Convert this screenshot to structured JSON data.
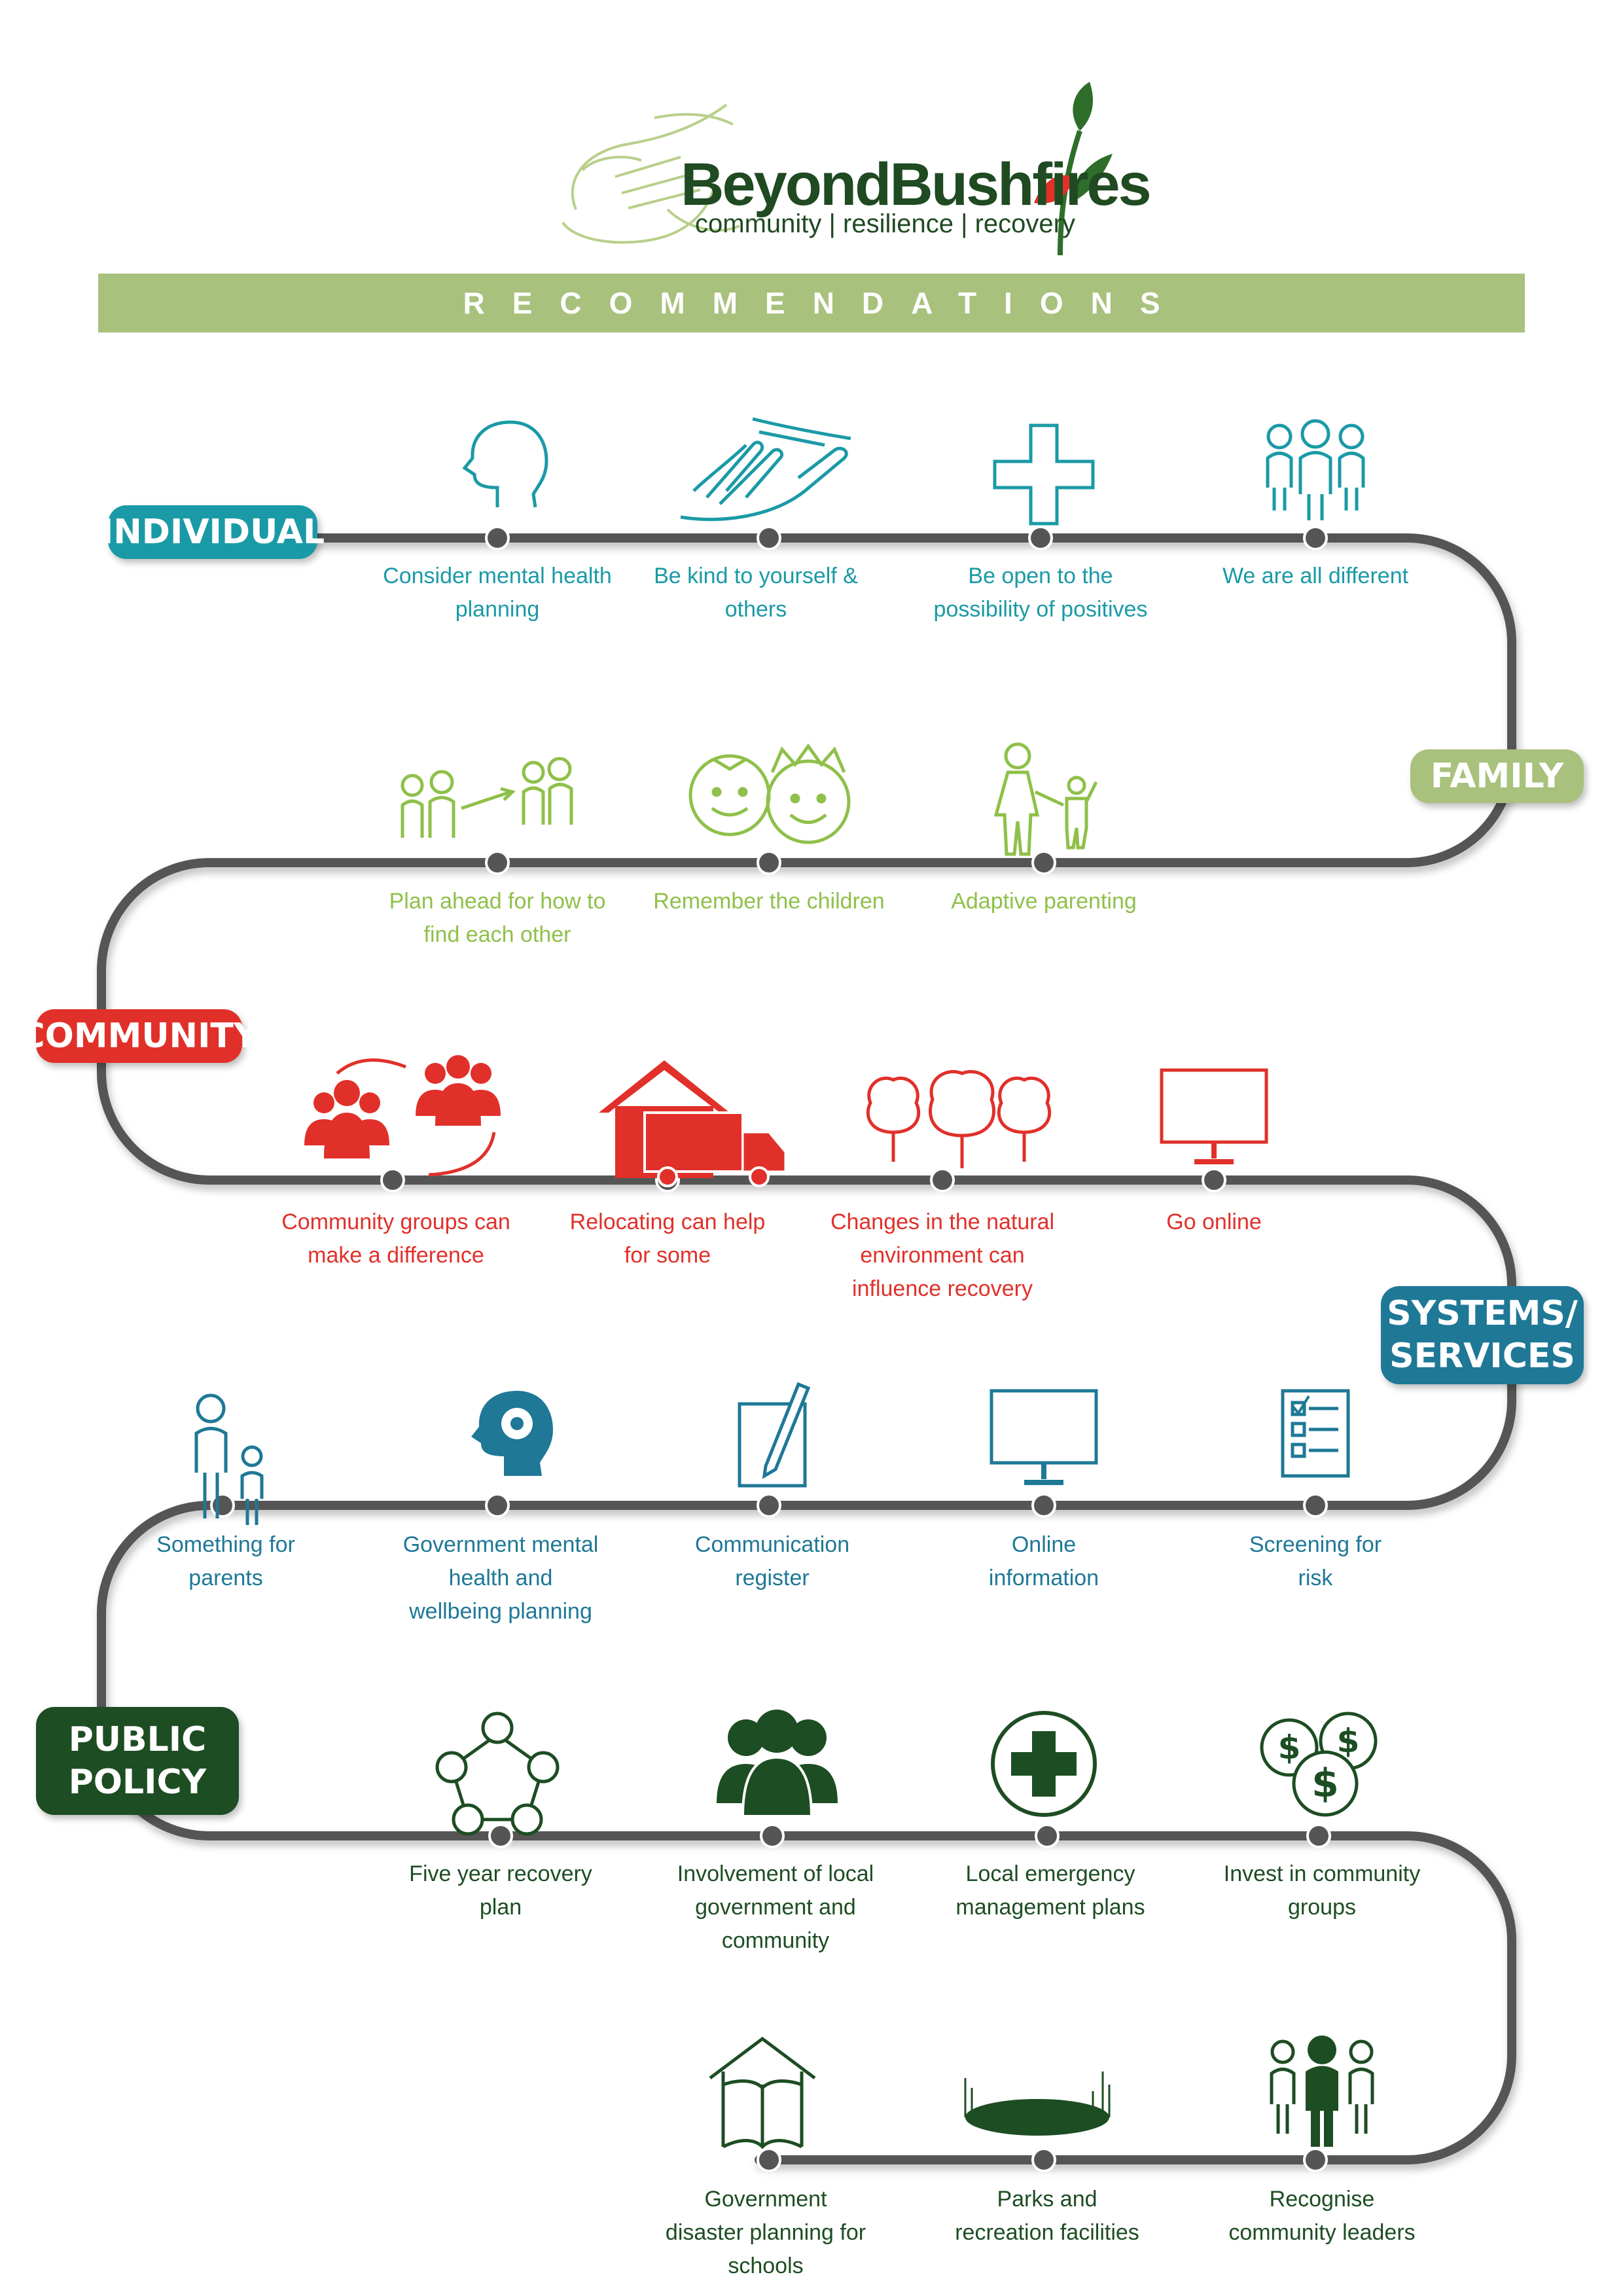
{
  "header": {
    "brand_part1": "Beyond",
    "brand_part2": "Bushfires",
    "tagline": "community | resilience | recovery",
    "banner_title": "RECOMMENDATIONS"
  },
  "colors": {
    "individual": "#1a9aa6",
    "family": "#8fc04a",
    "community": "#e1302a",
    "systems": "#1e7896",
    "public_policy": "#1d4d23",
    "banner": "#a8c17c",
    "path": "#555555"
  },
  "stages": {
    "individual": {
      "label": "INDIVIDUAL",
      "items": [
        {
          "icon": "head-icon",
          "text": "Consider mental health planning"
        },
        {
          "icon": "hands-icon",
          "text": "Be kind to yourself & others"
        },
        {
          "icon": "plus-cross-icon",
          "text": "Be open to the possibility of positives"
        },
        {
          "icon": "three-people-icon",
          "text": "We are all different"
        }
      ]
    },
    "family": {
      "label": "FAMILY",
      "items": [
        {
          "icon": "family-find-icon",
          "text": "Plan ahead for how to find each other"
        },
        {
          "icon": "children-faces-icon",
          "text": "Remember the children"
        },
        {
          "icon": "parent-child-icon",
          "text": "Adaptive parenting"
        }
      ]
    },
    "community": {
      "label": "COMMUNITY",
      "items": [
        {
          "icon": "community-groups-icon",
          "text": "Community groups can make a difference"
        },
        {
          "icon": "house-truck-icon",
          "text": "Relocating can help for some"
        },
        {
          "icon": "trees-icon",
          "text": "Changes in the natural environment can influence recovery"
        },
        {
          "icon": "monitor-icon",
          "text": "Go online"
        }
      ]
    },
    "systems": {
      "label_line1": "SYSTEMS/",
      "label_line2": "SERVICES",
      "items": [
        {
          "icon": "parent-child-outline-icon",
          "text": "Something for parents"
        },
        {
          "icon": "brain-head-icon",
          "text": "Government mental health and wellbeing planning"
        },
        {
          "icon": "pen-paper-icon",
          "text": "Communication register"
        },
        {
          "icon": "monitor-icon",
          "text": "Online information"
        },
        {
          "icon": "checklist-icon",
          "text": "Screening for risk"
        }
      ]
    },
    "public_policy": {
      "label_line1": "PUBLIC",
      "label_line2": "POLICY",
      "items": [
        {
          "icon": "pentagon-cycle-icon",
          "text": "Five year recovery plan"
        },
        {
          "icon": "group-icon",
          "text": "Involvement of local government and community"
        },
        {
          "icon": "medical-cross-icon",
          "text": "Local emergency management plans"
        },
        {
          "icon": "coins-icon",
          "text": "Invest in community groups"
        },
        {
          "icon": "book-house-icon",
          "text": "Government disaster planning for schools"
        },
        {
          "icon": "park-icon",
          "text": "Parks and recreation facilities"
        },
        {
          "icon": "leaders-icon",
          "text": "Recognise community leaders"
        }
      ]
    }
  }
}
